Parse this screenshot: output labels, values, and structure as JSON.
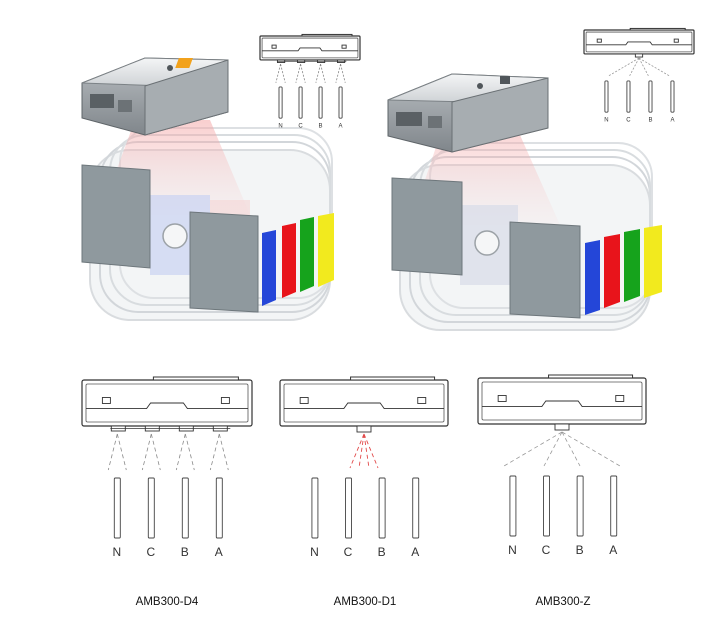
{
  "busbar_labels": [
    "N",
    "C",
    "B",
    "A"
  ],
  "models": [
    {
      "id": "d4",
      "name": "AMB300-D4"
    },
    {
      "id": "d1",
      "name": "AMB300-D1"
    },
    {
      "id": "z",
      "name": "AMB300-Z"
    }
  ],
  "busbar_colors": {
    "N": "#2446d8",
    "C": "#e8141b",
    "B": "#16a31c",
    "A": "#f2ea1e"
  }
}
